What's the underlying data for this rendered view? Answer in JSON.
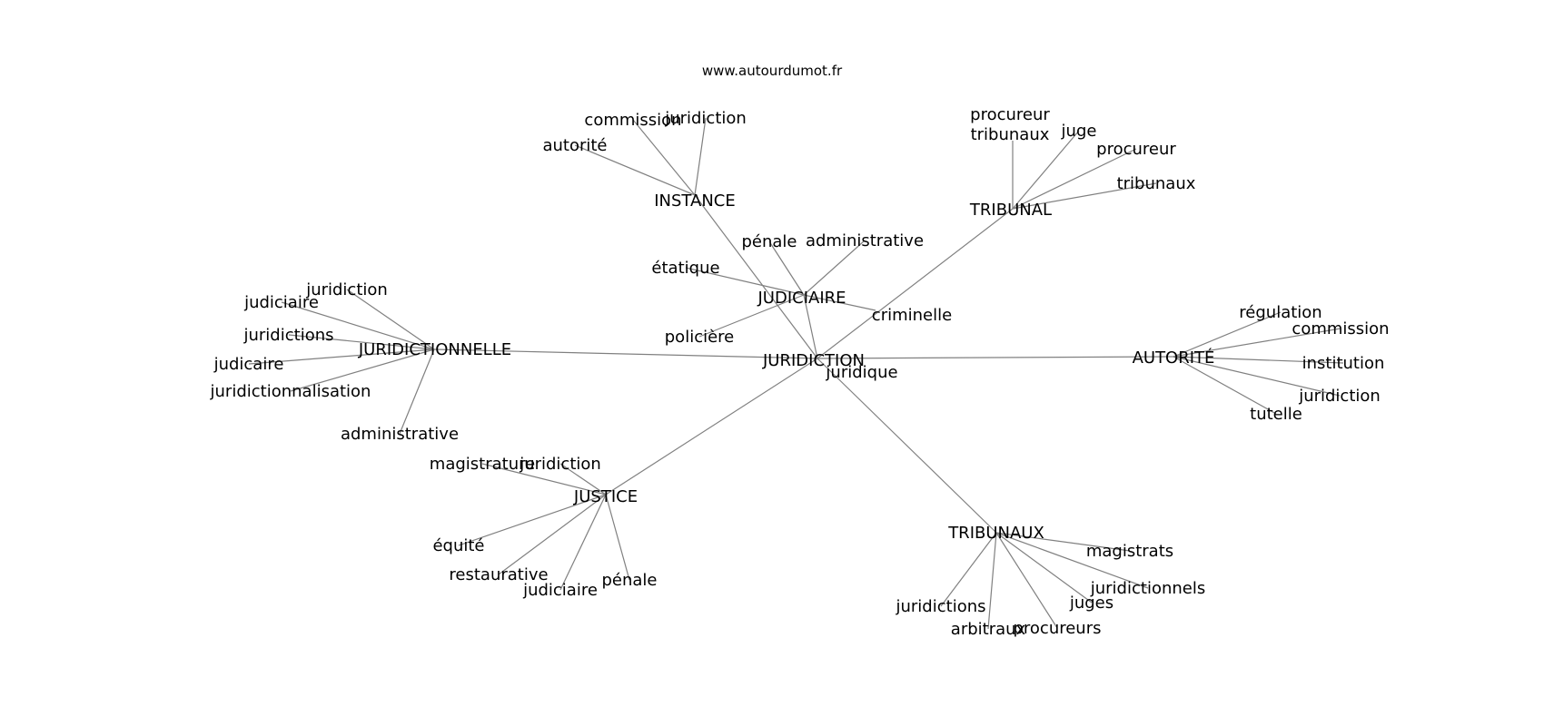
{
  "source": "www.autourdumot.fr",
  "colors": {
    "edge": "#808080",
    "text": "#000000",
    "background": "#ffffff"
  },
  "graph": {
    "center": "JURIDICTION",
    "hubs": [
      {
        "label": "INSTANCE",
        "words": [
          "commission",
          "juridiction",
          "autorité"
        ]
      },
      {
        "label": "TRIBUNAL",
        "words": [
          "procureur tribunaux",
          "juge",
          "procureur",
          "tribunaux"
        ]
      },
      {
        "label": "JUDICIAIRE",
        "words": [
          "pénale",
          "administrative",
          "étatique",
          "policière",
          "criminelle"
        ]
      },
      {
        "label": "JURIDICTIONNELLE",
        "words": [
          "juridiction",
          "judiciaire",
          "juridictions",
          "judicaire",
          "juridictionnalisation",
          "administrative"
        ]
      },
      {
        "label": "AUTORITÉ",
        "words": [
          "régulation",
          "commission",
          "institution",
          "juridiction",
          "tutelle"
        ]
      },
      {
        "label": "JUSTICE",
        "words": [
          "magistrature",
          "juridiction",
          "équité",
          "restaurative",
          "judiciaire",
          "pénale"
        ]
      },
      {
        "label": "TRIBUNAUX",
        "words": [
          "magistrats",
          "juridictionnels",
          "juges",
          "procureurs",
          "arbitraux",
          "juridictions"
        ]
      }
    ],
    "extra_words": [
      "juridique"
    ]
  }
}
